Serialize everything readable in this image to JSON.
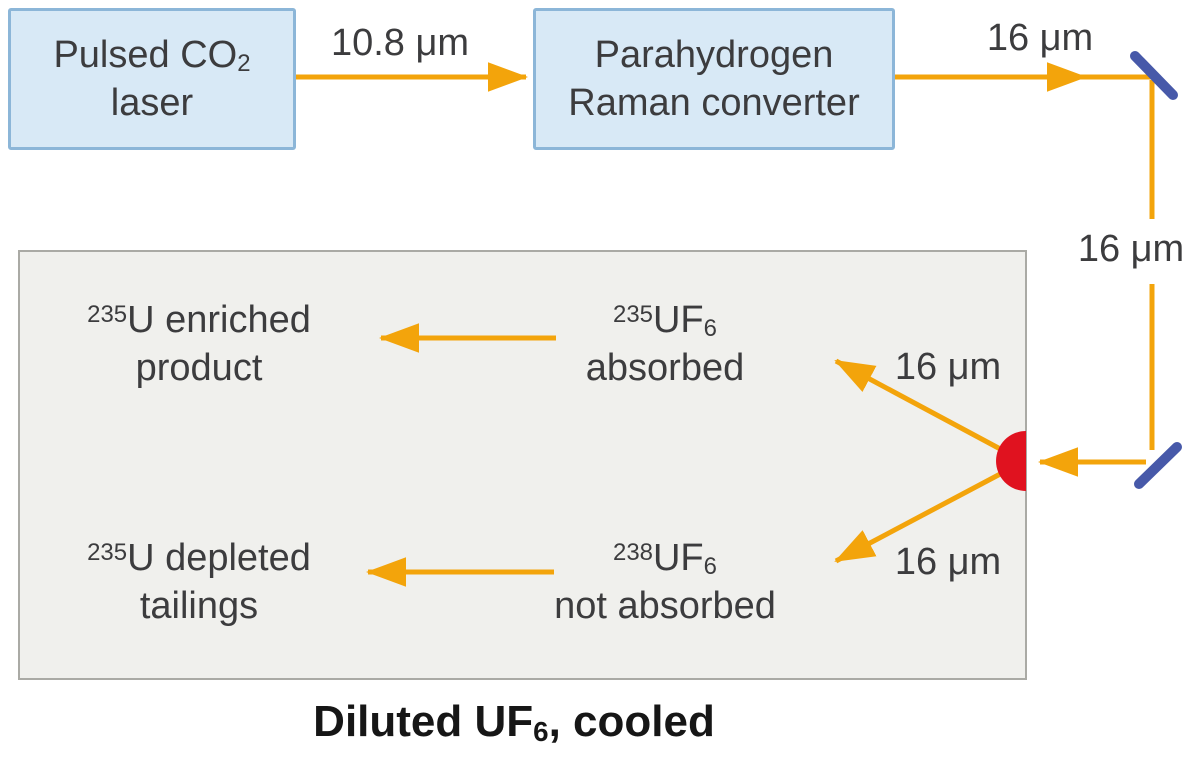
{
  "boxes": {
    "laser": {
      "line1_main": "Pulsed CO",
      "line1_sub": "2",
      "line2": "laser"
    },
    "converter": {
      "line1": "Parahydrogen",
      "line2": "Raman converter"
    }
  },
  "beam_labels": {
    "pump": "10.8 μm",
    "converted": "16 μm",
    "down": "16 μm",
    "to_absorbed": "16 μm",
    "to_not_absorbed": "16 μm"
  },
  "chamber": {
    "enriched": {
      "isotope": "235",
      "line1_rest": "U enriched",
      "line2": "product"
    },
    "absorbed": {
      "isotope": "235",
      "molecule": "UF",
      "molecule_sub": "6",
      "line2": "absorbed"
    },
    "depleted": {
      "isotope": "235",
      "line1_rest": "U depleted",
      "line2": "tailings"
    },
    "not_absorbed": {
      "isotope": "238",
      "molecule": "UF",
      "molecule_sub": "6",
      "line2": "not absorbed"
    }
  },
  "caption": {
    "pre": "Diluted UF",
    "sub": "6",
    "post": ", cooled"
  },
  "colors": {
    "beam": "#F3A40B",
    "mirror": "#4759A9",
    "interaction_spot": "#E0121F",
    "box_fill": "#D8E9F6",
    "box_border": "#8CB6D8",
    "chamber_fill": "#F0F0ED",
    "chamber_border": "#AAAAA5",
    "text": "#3C3C3E"
  }
}
